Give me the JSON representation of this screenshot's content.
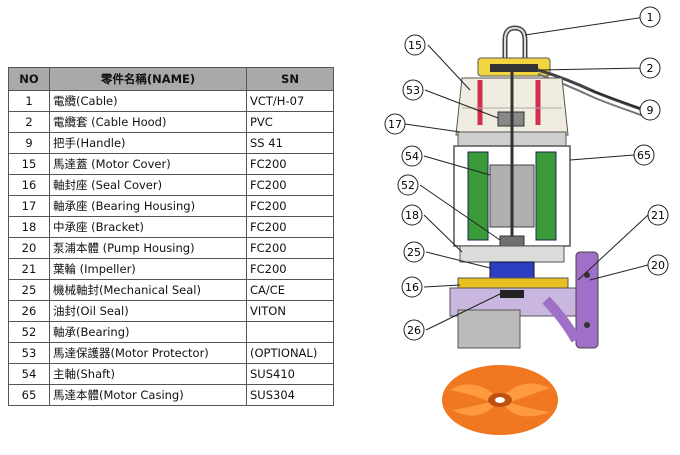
{
  "table": {
    "headers": {
      "no": "NO",
      "name": "零件名稱(NAME)",
      "sn": "SN"
    },
    "rows": [
      {
        "no": "1",
        "name": "電纜(Cable)",
        "sn": "VCT/H-07"
      },
      {
        "no": "2",
        "name": "電纜套 (Cable Hood)",
        "sn": "PVC"
      },
      {
        "no": "9",
        "name": "把手(Handle)",
        "sn": "SS 41"
      },
      {
        "no": "15",
        "name": "馬達蓋 (Motor Cover)",
        "sn": "FC200"
      },
      {
        "no": "16",
        "name": "軸封座 (Seal Cover)",
        "sn": "FC200"
      },
      {
        "no": "17",
        "name": "軸承座 (Bearing Housing)",
        "sn": "FC200"
      },
      {
        "no": "18",
        "name": "中承座 (Bracket)",
        "sn": "FC200"
      },
      {
        "no": "20",
        "name": "泵浦本體 (Pump Housing)",
        "sn": "FC200"
      },
      {
        "no": "21",
        "name": "葉輪 (Impeller)",
        "sn": "FC200"
      },
      {
        "no": "25",
        "name": "機械軸封(Mechanical Seal)",
        "sn": "CA/CE"
      },
      {
        "no": "26",
        "name": "油封(Oil Seal)",
        "sn": "VITON"
      },
      {
        "no": "52",
        "name": "軸承(Bearing)",
        "sn": ""
      },
      {
        "no": "53",
        "name": "馬達保護器(Motor Protector)",
        "sn": "(OPTIONAL)"
      },
      {
        "no": "54",
        "name": "主軸(Shaft)",
        "sn": "SUS410"
      },
      {
        "no": "65",
        "name": "馬達本體(Motor Casing)",
        "sn": "SUS304"
      }
    ]
  },
  "diagram": {
    "callouts": [
      "1",
      "2",
      "9",
      "15",
      "53",
      "17",
      "54",
      "65",
      "52",
      "18",
      "21",
      "25",
      "20",
      "16",
      "26"
    ]
  },
  "colors": {
    "header_gray": "#a9a9a9",
    "motor_cover_red": "#d0304a",
    "seal_blue": "#2a40c0",
    "pump_purple": "#a070c8",
    "impeller_orange": "#f07820",
    "winding_green": "#3a9a3a",
    "cap_yellow": "#e8c020"
  }
}
